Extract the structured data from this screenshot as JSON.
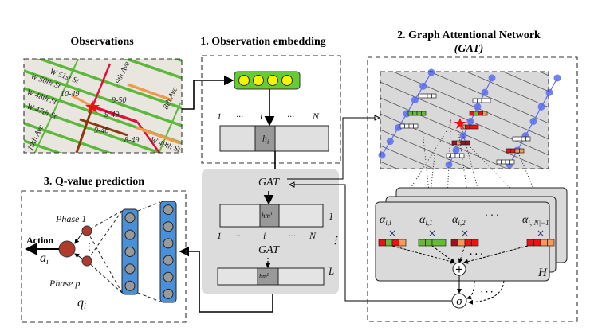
{
  "sections": {
    "observations": {
      "title": "Observations"
    },
    "embedding": {
      "title": "1. Observation embedding",
      "hidden_label": "h",
      "hidden_sub": "i"
    },
    "gat": {
      "title": "2. Graph Attentional Network",
      "subtitle": "(GAT)",
      "node_label": "i",
      "head_label": "H",
      "sum_symbol": "+",
      "activation_symbol": "σ"
    },
    "qvalue": {
      "title": "3. Q-value prediction",
      "phase_first": "Phase 1",
      "phase_last": "Phase p",
      "action_label": "Action",
      "action_var": "a",
      "action_sub": "i",
      "q_var": "q",
      "q_sub": "i"
    }
  },
  "index_labels": {
    "first": "1",
    "dots": "···",
    "mid": "i",
    "last": "N"
  },
  "layers": {
    "gat_label": "GAT",
    "first_layer": "1",
    "last_layer": "L",
    "hm1": "hm",
    "hm1_sup": "1",
    "hmL_sup": "L",
    "hm_sub": "i",
    "vdots": "⋮"
  },
  "attention": [
    {
      "label": "α",
      "sub": "i,i",
      "cells": [
        "#ee1111",
        "#66bb33",
        "#ee1111",
        "#f59a5a"
      ]
    },
    {
      "label": "α",
      "sub": "i,1",
      "cells": [
        "#66bb33",
        "#66bb33",
        "#66bb33",
        "#66bb33"
      ]
    },
    {
      "label": "α",
      "sub": "i,2",
      "cells": [
        "#a01020",
        "#f59a5a",
        "#ee1111",
        "#ee1111"
      ]
    },
    {
      "label": "α",
      "sub": "i,|N|−1",
      "cells": [
        "#ee1111",
        "#ee1111",
        "#f59a5a",
        "#f59a5a"
      ]
    }
  ],
  "attention_dots": "· · ·",
  "map_labels": [
    "W 51st St",
    "W 50th St",
    "W 48th St",
    "W 47th St",
    "10th Ave",
    "9th Ave",
    "8th Ave",
    "W 49th St",
    "10-49",
    "9-50",
    "9-49",
    "9-48",
    "8-49"
  ],
  "colors": {
    "green_road": "#5cb83a",
    "orange_road": "#f39a4a",
    "red_road": "#e0103a",
    "brown_road": "#8a3a10",
    "node_blue": "#5a6cf0",
    "panel_gray": "#d9d9d9",
    "nn_blue": "#4a90d9",
    "phase_red": "#b03a2e",
    "embed_yellow": "#f5f500",
    "embed_green": "#66cc33"
  }
}
